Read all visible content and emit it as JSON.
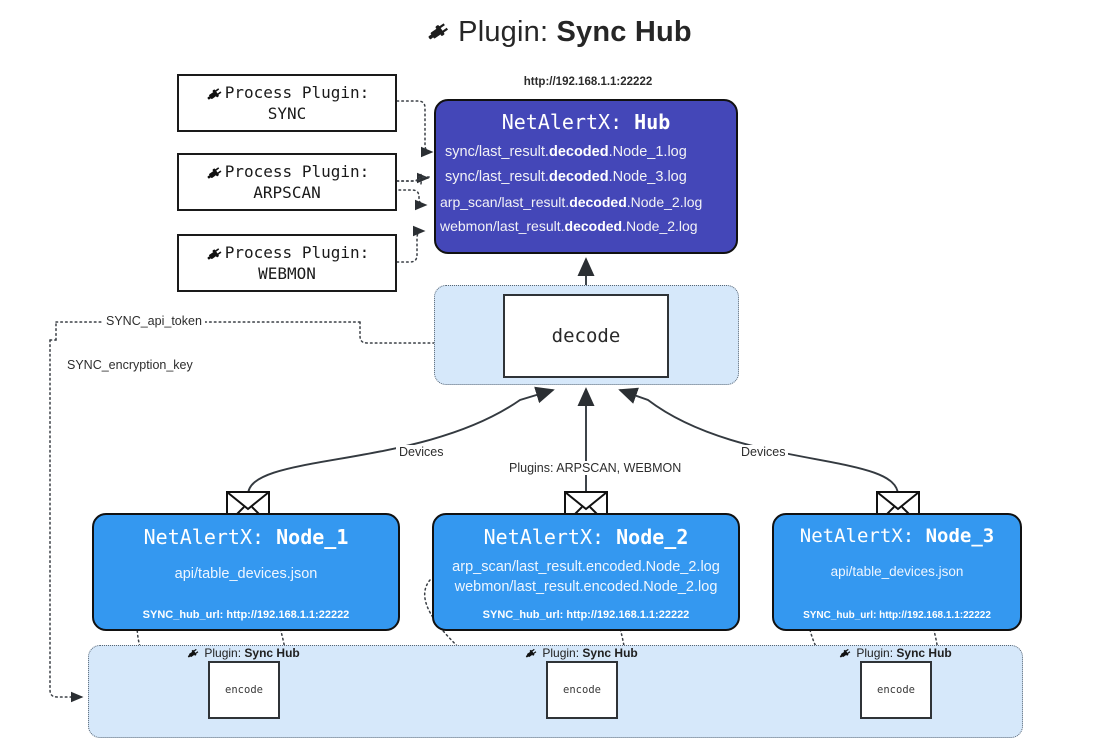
{
  "title": {
    "prefix": "Plugin:",
    "name": "Sync Hub",
    "icon": "plug-icon"
  },
  "process_plugins": [
    {
      "line1": "Process Plugin:",
      "line2": "SYNC",
      "icon": "plug-icon"
    },
    {
      "line1": "Process Plugin:",
      "line2": "ARPSCAN",
      "icon": "plug-icon"
    },
    {
      "line1": "Process Plugin:",
      "line2": "WEBMON",
      "icon": "plug-icon"
    }
  ],
  "hub": {
    "url": "http://192.168.1.1:22222",
    "title_prefix": "NetAlertX:",
    "title_name": "Hub",
    "files": [
      {
        "pre": "sync/last_result.",
        "em": "decoded",
        "post": ".Node_1.log"
      },
      {
        "pre": "sync/last_result.",
        "em": "decoded",
        "post": ".Node_3.log"
      },
      {
        "pre": "arp_scan/last_result.",
        "em": "decoded",
        "post": ".Node_2.log"
      },
      {
        "pre": "webmon/last_result.",
        "em": "decoded",
        "post": ".Node_2.log"
      }
    ]
  },
  "decode": {
    "label": "decode"
  },
  "secrets": {
    "api_token": "SYNC_api_token",
    "encryption_key": "SYNC_encryption_key"
  },
  "edges": {
    "devices_left": "Devices",
    "devices_right": "Devices",
    "plugins_center": "Plugins: ARPSCAN, WEBMON"
  },
  "nodes": [
    {
      "title_prefix": "NetAlertX:",
      "title_name": "Node_1",
      "lines": [
        "api/table_devices.json"
      ],
      "footer": "SYNC_hub_url: http://192.168.1.1:22222"
    },
    {
      "title_prefix": "NetAlertX:",
      "title_name": "Node_2",
      "lines": [
        "arp_scan/last_result.encoded.Node_2.log",
        "webmon/last_result.encoded.Node_2.log"
      ],
      "footer": "SYNC_hub_url: http://192.168.1.1:22222"
    },
    {
      "title_prefix": "NetAlertX:",
      "title_name": "Node_3",
      "lines": [
        "api/table_devices.json"
      ],
      "footer": "SYNC_hub_url: http://192.168.1.1:22222"
    }
  ],
  "encoders": [
    {
      "label_prefix": "Plugin:",
      "label_name": "Sync Hub",
      "box": "encode",
      "icon": "plug-icon"
    },
    {
      "label_prefix": "Plugin:",
      "label_name": "Sync Hub",
      "box": "encode",
      "icon": "plug-icon"
    },
    {
      "label_prefix": "Plugin:",
      "label_name": "Sync Hub",
      "box": "encode",
      "icon": "plug-icon"
    }
  ],
  "colors": {
    "hub": "#4447b8",
    "node": "#3498f0",
    "band": "#d6e8fa",
    "stroke": "#111111"
  }
}
